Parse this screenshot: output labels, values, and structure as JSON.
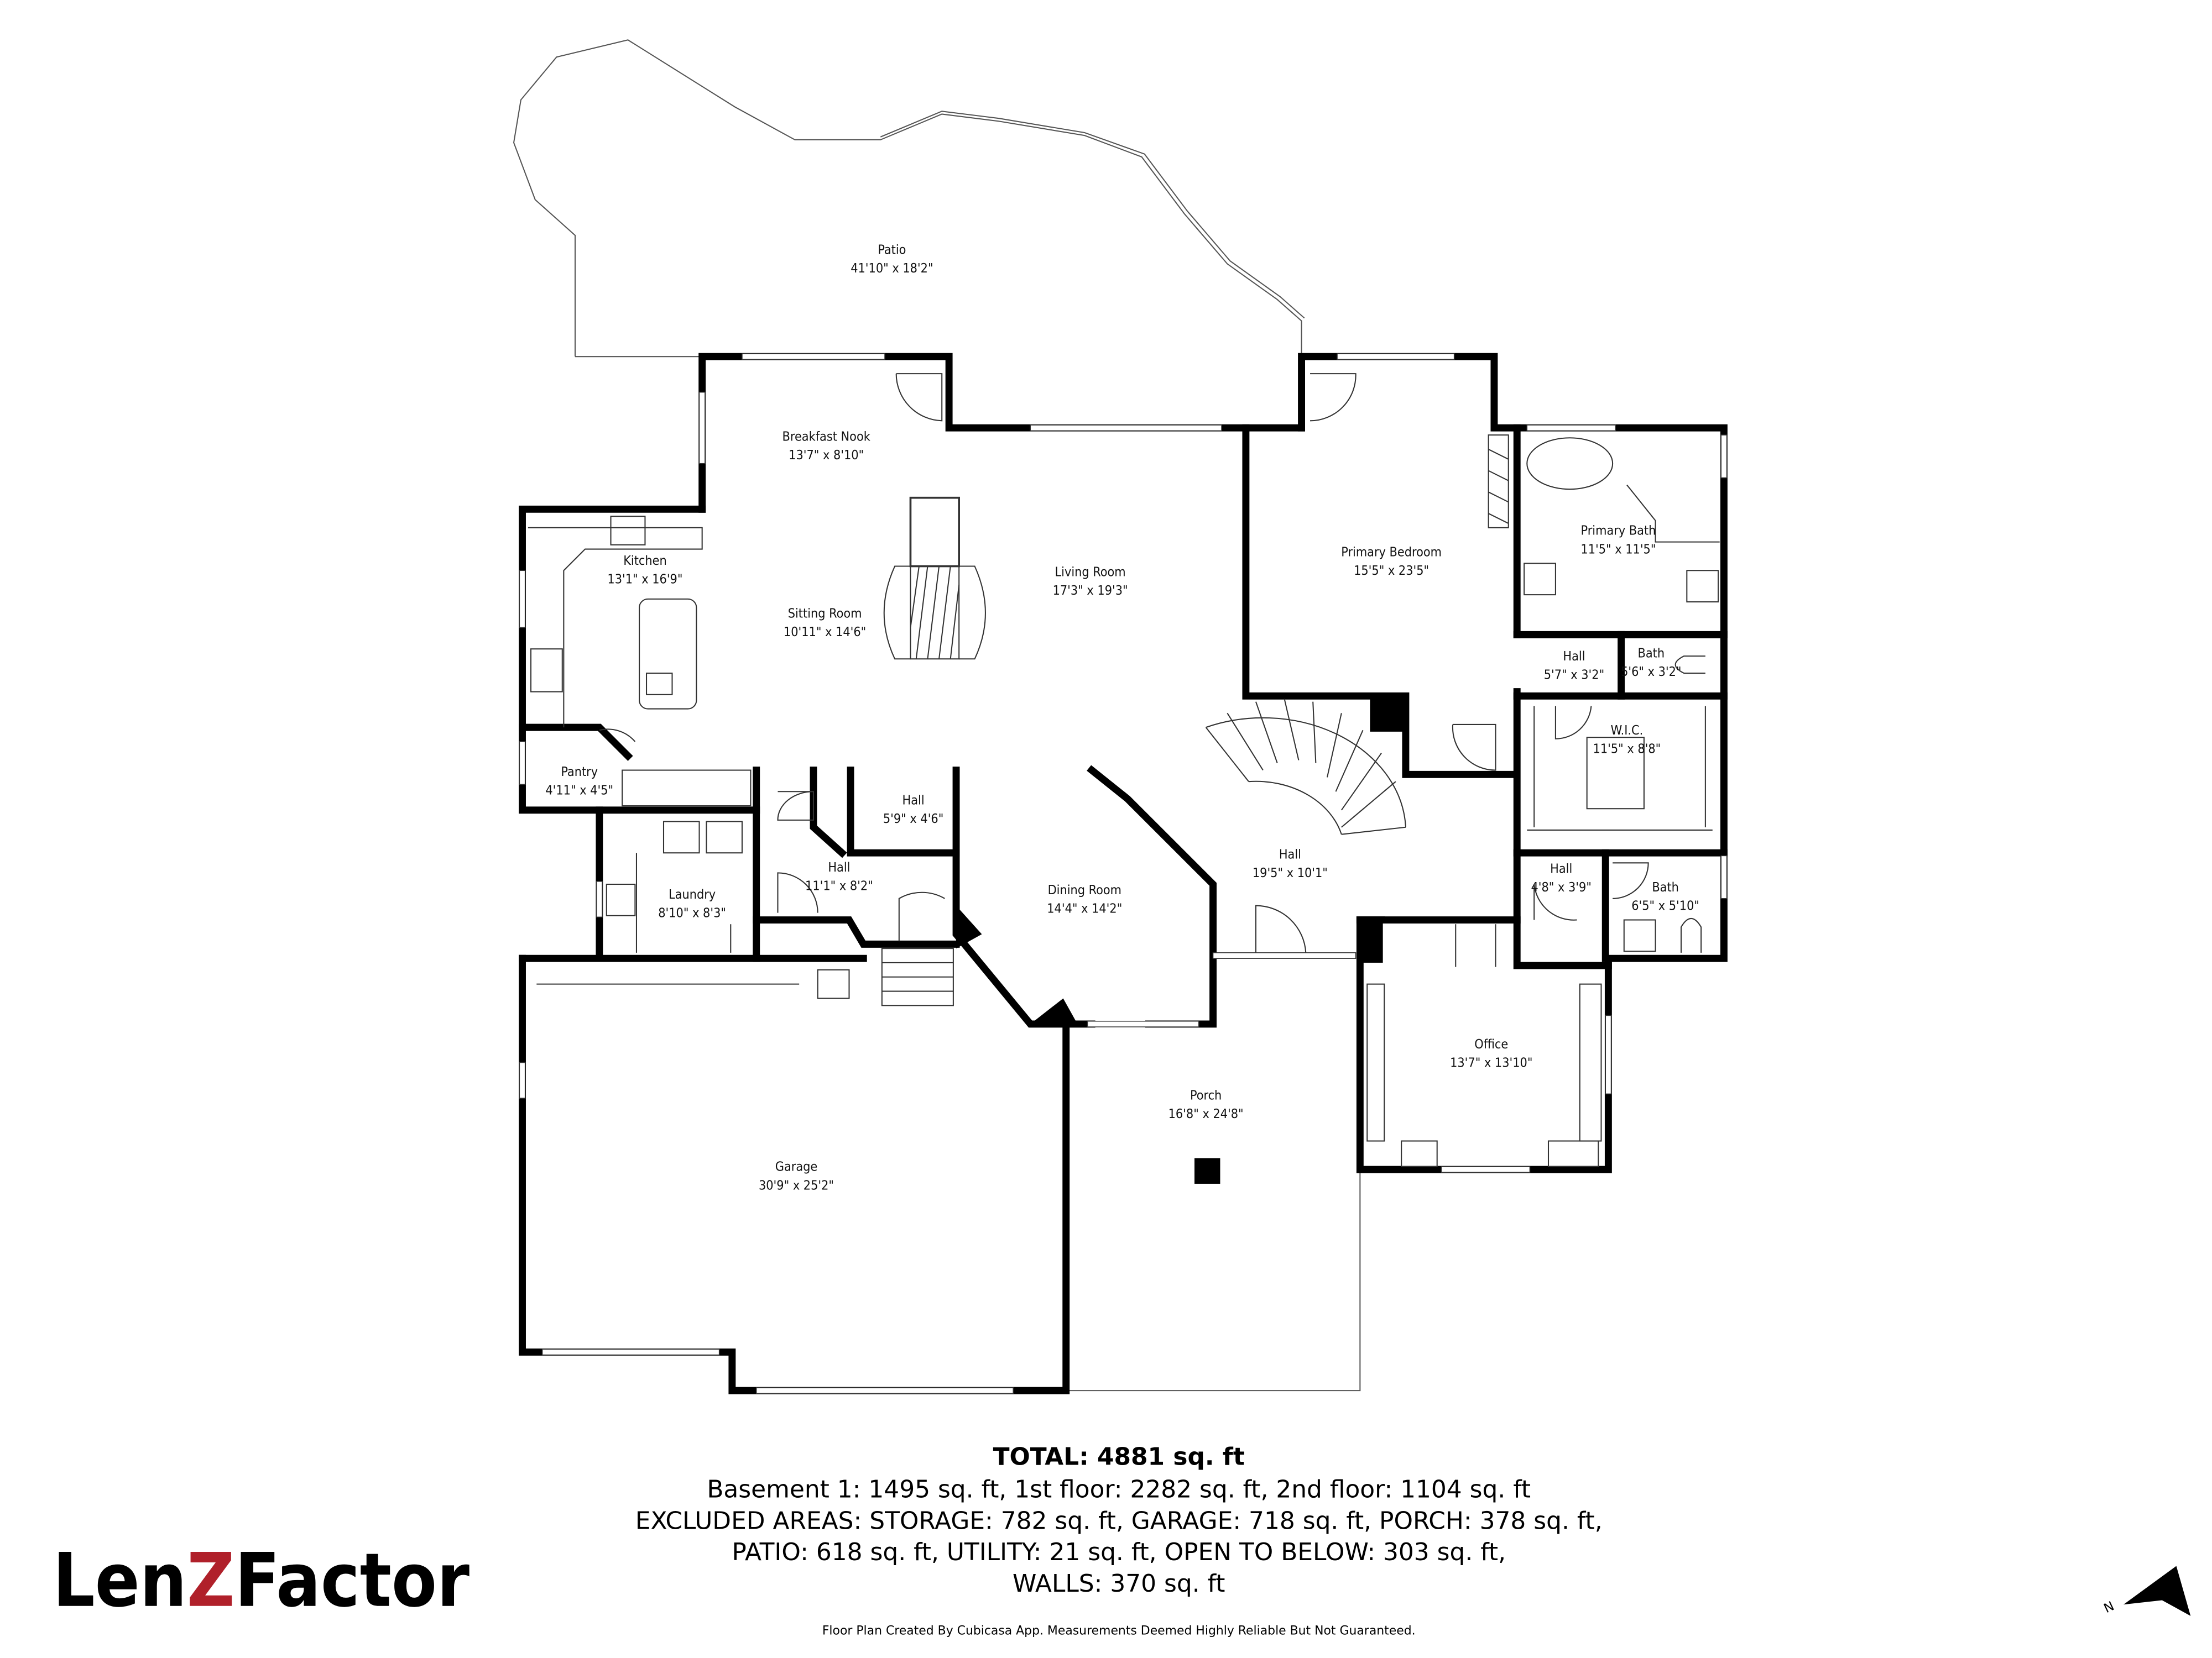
{
  "rooms": [
    {
      "name": "Patio",
      "dims": "41'10\" x 18'2\""
    },
    {
      "name": "Breakfast Nook",
      "dims": "13'7\" x 8'10\""
    },
    {
      "name": "Kitchen",
      "dims": "13'1\" x 16'9\""
    },
    {
      "name": "Sitting Room",
      "dims": "10'11\" x 14'6\""
    },
    {
      "name": "Living Room",
      "dims": "17'3\" x 19'3\""
    },
    {
      "name": "Primary Bedroom",
      "dims": "15'5\" x 23'5\""
    },
    {
      "name": "Primary Bath",
      "dims": "11'5\" x 11'5\""
    },
    {
      "name": "Hall",
      "dims": "5'7\" x 3'2\""
    },
    {
      "name": "Bath",
      "dims": "5'6\" x 3'2\""
    },
    {
      "name": "W.I.C.",
      "dims": "11'5\" x 8'8\""
    },
    {
      "name": "Pantry",
      "dims": "4'11\" x 4'5\""
    },
    {
      "name": "Hall",
      "dims": "5'9\" x 4'6\""
    },
    {
      "name": "Hall",
      "dims": "11'1\" x 8'2\""
    },
    {
      "name": "Laundry",
      "dims": "8'10\" x 8'3\""
    },
    {
      "name": "Dining Room",
      "dims": "14'4\" x 14'2\""
    },
    {
      "name": "Hall",
      "dims": "19'5\" x 10'1\""
    },
    {
      "name": "Hall",
      "dims": "4'8\" x 3'9\""
    },
    {
      "name": "Bath",
      "dims": "6'5\" x 5'10\""
    },
    {
      "name": "Office",
      "dims": "13'7\" x 13'10\""
    },
    {
      "name": "Porch",
      "dims": "16'8\" x 24'8\""
    },
    {
      "name": "Garage",
      "dims": "30'9\" x 25'2\""
    }
  ],
  "summary": {
    "total": "TOTAL: 4881 sq. ft",
    "line1": "Basement 1: 1495 sq. ft, 1st floor: 2282 sq. ft, 2nd floor: 1104 sq. ft",
    "line2": "EXCLUDED AREAS: STORAGE: 782 sq. ft, GARAGE: 718 sq. ft, PORCH: 378 sq. ft,",
    "line3": "PATIO: 618 sq. ft, UTILITY: 21 sq. ft, OPEN TO BELOW: 303 sq. ft,",
    "line4": "WALLS: 370 sq. ft"
  },
  "footer": "Floor Plan Created By Cubicasa App. Measurements Deemed Highly Reliable But Not Guaranteed.",
  "logo": {
    "part1": "Len",
    "part2": "Z",
    "part3": "Factor",
    "accent_color": "#b0202a"
  },
  "compass": {
    "label": "N",
    "icon": "north-arrow-icon"
  }
}
